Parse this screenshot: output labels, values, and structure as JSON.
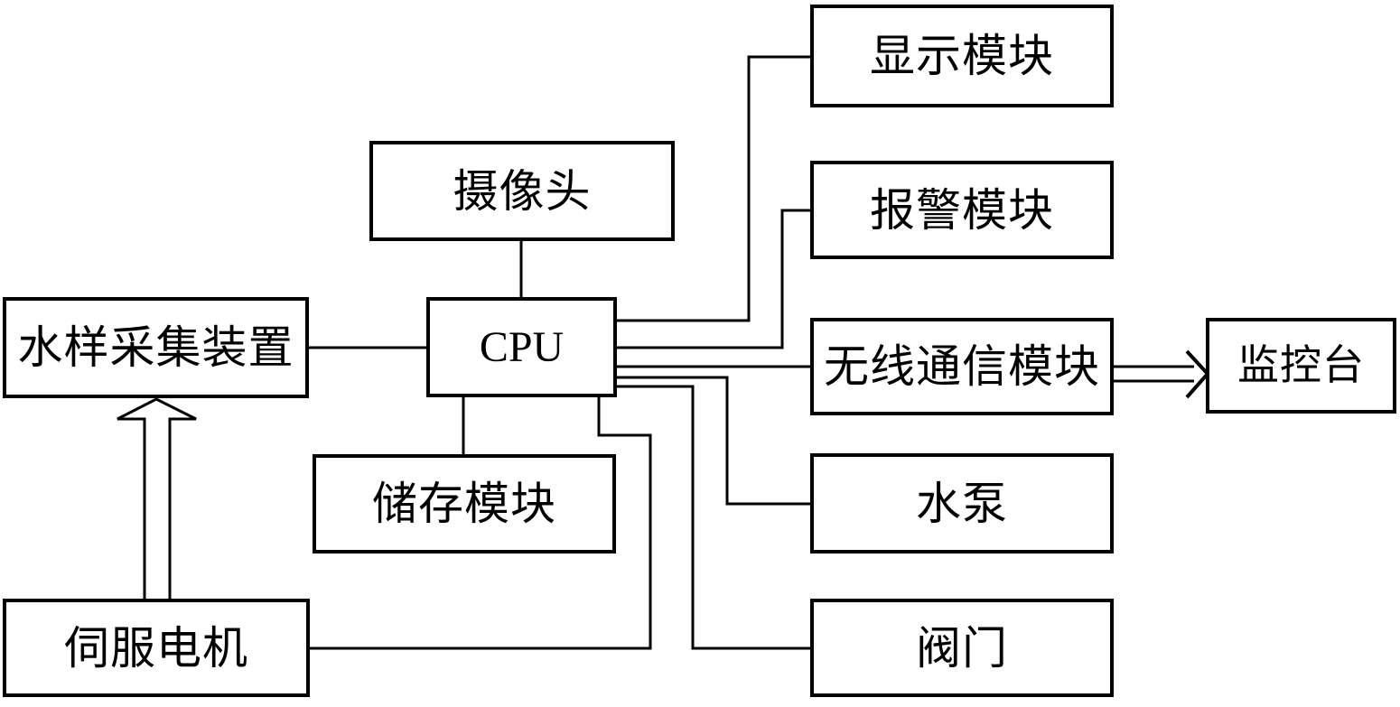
{
  "diagram": {
    "type": "block-diagram",
    "colors": {
      "background": "#ffffff",
      "line": "#000000",
      "box_border": "#000000",
      "box_fill": "#ffffff",
      "text": "#000000"
    },
    "nodes": [
      {
        "id": "camera",
        "label": "摄像头"
      },
      {
        "id": "water-sampler",
        "label": "水样采集装置"
      },
      {
        "id": "cpu",
        "label": "CPU"
      },
      {
        "id": "storage",
        "label": "储存模块"
      },
      {
        "id": "servo-motor",
        "label": "伺服电机"
      },
      {
        "id": "display",
        "label": "显示模块"
      },
      {
        "id": "alarm",
        "label": "报警模块"
      },
      {
        "id": "wireless",
        "label": "无线通信模块"
      },
      {
        "id": "pump",
        "label": "水泵"
      },
      {
        "id": "valve",
        "label": "阀门"
      },
      {
        "id": "monitor",
        "label": "监控台"
      }
    ],
    "edges": [
      {
        "from": "camera",
        "to": "cpu",
        "style": "plain-line"
      },
      {
        "from": "water-sampler",
        "to": "cpu",
        "style": "plain-line"
      },
      {
        "from": "cpu",
        "to": "storage",
        "style": "plain-line"
      },
      {
        "from": "cpu",
        "to": "display",
        "style": "plain-line"
      },
      {
        "from": "cpu",
        "to": "alarm",
        "style": "plain-line"
      },
      {
        "from": "cpu",
        "to": "wireless",
        "style": "plain-line"
      },
      {
        "from": "cpu",
        "to": "pump",
        "style": "plain-line"
      },
      {
        "from": "cpu",
        "to": "valve",
        "style": "plain-line"
      },
      {
        "from": "servo-motor",
        "to": "cpu",
        "style": "plain-line"
      },
      {
        "from": "servo-motor",
        "to": "water-sampler",
        "style": "hollow-arrow"
      },
      {
        "from": "wireless",
        "to": "monitor",
        "style": "hollow-arrow"
      }
    ]
  }
}
